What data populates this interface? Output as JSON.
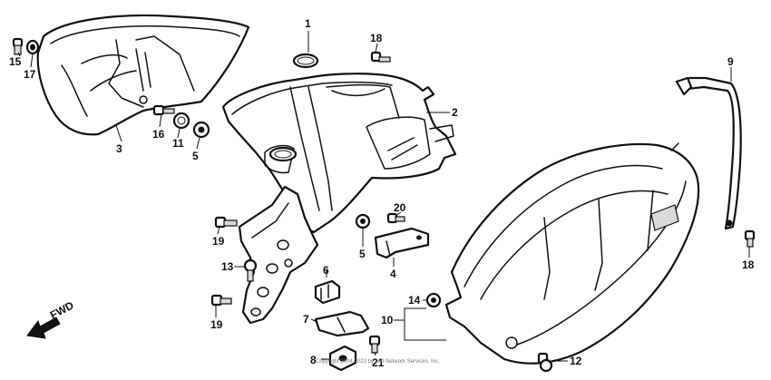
{
  "callouts": [
    {
      "id": "c1",
      "text": "1"
    },
    {
      "id": "c2",
      "text": "2"
    },
    {
      "id": "c3",
      "text": "3"
    },
    {
      "id": "c4",
      "text": "4"
    },
    {
      "id": "c5a",
      "text": "5"
    },
    {
      "id": "c5b",
      "text": "5"
    },
    {
      "id": "c6",
      "text": "6"
    },
    {
      "id": "c7",
      "text": "7"
    },
    {
      "id": "c8",
      "text": "8"
    },
    {
      "id": "c9",
      "text": "9"
    },
    {
      "id": "c10",
      "text": "10"
    },
    {
      "id": "c11",
      "text": "11"
    },
    {
      "id": "c12",
      "text": "12"
    },
    {
      "id": "c13",
      "text": "13"
    },
    {
      "id": "c14",
      "text": "14"
    },
    {
      "id": "c15",
      "text": "15"
    },
    {
      "id": "c16",
      "text": "16"
    },
    {
      "id": "c17",
      "text": "17"
    },
    {
      "id": "c18a",
      "text": "18"
    },
    {
      "id": "c18b",
      "text": "18"
    },
    {
      "id": "c19a",
      "text": "19"
    },
    {
      "id": "c19b",
      "text": "19"
    },
    {
      "id": "c20",
      "text": "20"
    },
    {
      "id": "c21",
      "text": "21"
    }
  ],
  "fwd_label": "FWD",
  "copyright": "Copyright 2004-2023 by ARI Network Services, Inc."
}
